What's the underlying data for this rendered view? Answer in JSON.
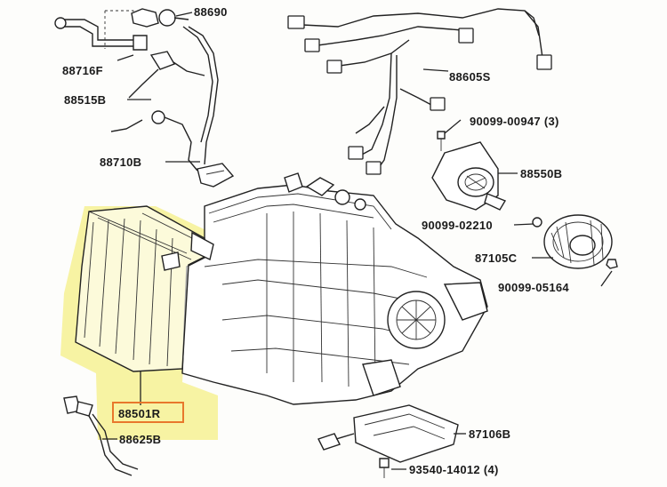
{
  "colors": {
    "highlight": "#f4ef86",
    "box": "#e8782c",
    "line": "#222222",
    "background": "#fdfdfb"
  },
  "labels": {
    "p88690": "88690",
    "p88716F": "88716F",
    "p88515B": "88515B",
    "p88710B": "88710B",
    "p88605S": "88605S",
    "p90099_00947": "90099-00947 (3)",
    "p88550B": "88550B",
    "p90099_02210": "90099-02210",
    "p87105C": "87105C",
    "p90099_05164": "90099-05164",
    "p88501R": "88501R",
    "p88625B": "88625B",
    "p87106B": "87106B",
    "p93540_14012": "93540-14012 (4)"
  },
  "highlighted_part": "88501R",
  "icons": [
    "evaporator-core",
    "blower-motor",
    "blower-fan",
    "heater-unit-housing",
    "wire-harness",
    "thermistor",
    "resistor",
    "screw"
  ]
}
